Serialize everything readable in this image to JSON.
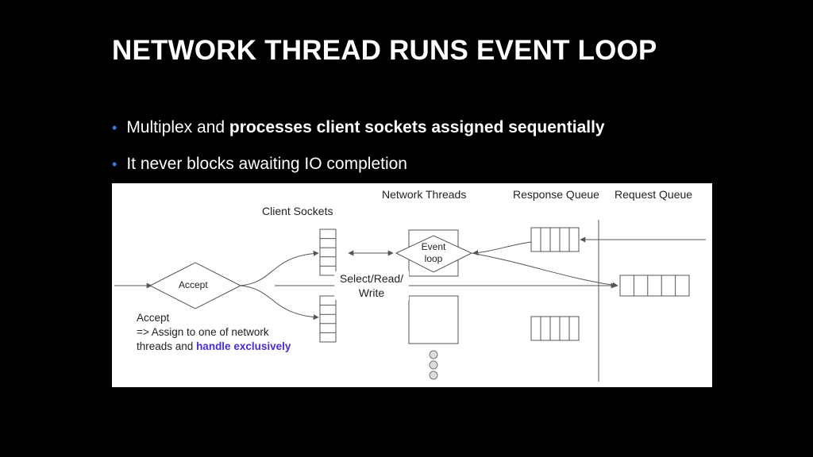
{
  "slide": {
    "title": "NETWORK THREAD RUNS EVENT LOOP",
    "bullets": [
      {
        "plain": "Multiplex and ",
        "bold": "processes client sockets assigned sequentially"
      },
      {
        "plain": "It never blocks awaiting IO completion",
        "bold": ""
      }
    ]
  },
  "diagram": {
    "headers": {
      "network_threads": "Network Threads",
      "response_queue": "Response Queue",
      "request_queue": "Request Queue",
      "client_sockets": "Client Sockets"
    },
    "accept_node": "Accept",
    "event_loop_line1": "Event",
    "event_loop_line2": "loop",
    "select_line1": "Select/Read/",
    "select_line2": "Write",
    "note": {
      "line1": "Accept",
      "line2": "=> Assign to one of network",
      "line3_plain": "threads and ",
      "line3_highlight": "handle exclusively"
    },
    "colors": {
      "highlight": "#4b2bd6",
      "bullet": "#2e7fd6"
    }
  }
}
